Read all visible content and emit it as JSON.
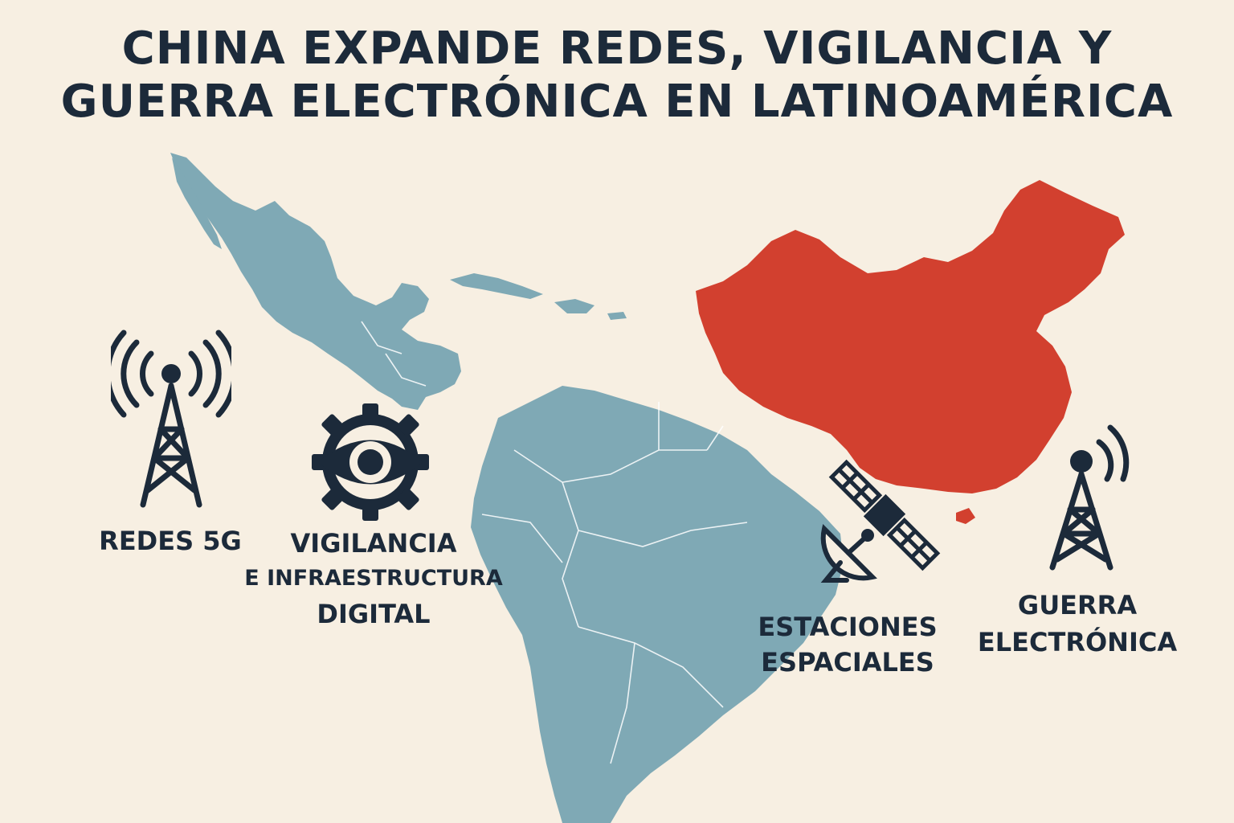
{
  "title": {
    "line1": "CHINA EXPANDE REDES, VIGILANCIA Y",
    "line2": "GUERRA ELECTRÓNICA EN LATINOAMÉRICA"
  },
  "labels": {
    "redes_5g": "REDES 5G",
    "vigilancia": [
      "VIGILANCIA",
      "E INFRAESTRUCTURA",
      "DIGITAL"
    ],
    "estaciones": [
      "ESTACIONES",
      "ESPACIALES"
    ],
    "guerra": [
      "GUERRA",
      "ELECTRÓNICA"
    ]
  },
  "colors": {
    "background": "#f7efe2",
    "latam": "#7fa9b5",
    "china": "#d2402f",
    "ink": "#1c2a3a"
  },
  "icons": [
    "cell-tower-icon",
    "eye-gear-icon",
    "satellite-icon",
    "satellite-dish-icon",
    "radio-tower-icon"
  ]
}
